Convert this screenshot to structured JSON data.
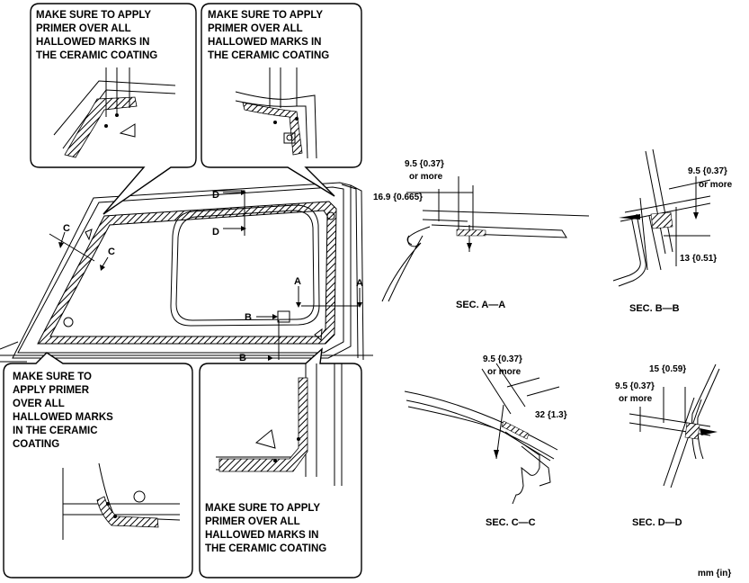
{
  "callouts": {
    "top_left": [
      "MAKE SURE TO APPLY",
      "PRIMER OVER ALL",
      "HALLOWED MARKS IN",
      "THE CERAMIC COATING"
    ],
    "top_right": [
      "MAKE SURE TO APPLY",
      "PRIMER OVER ALL",
      "HALLOWED MARKS IN",
      "THE CERAMIC COATING"
    ],
    "bottom_left": [
      "MAKE SURE TO",
      "APPLY PRIMER",
      "OVER ALL",
      "HALLOWED MARKS",
      "IN THE CERAMIC",
      "COATING"
    ],
    "bottom_right": [
      "MAKE SURE TO APPLY",
      "PRIMER OVER ALL",
      "HALLOWED MARKS IN",
      "THE CERAMIC COATING"
    ]
  },
  "section_marks": {
    "a1": "A",
    "a2": "A",
    "b1": "B",
    "b2": "B",
    "c1": "C",
    "c2": "C",
    "d1": "D",
    "d2": "D"
  },
  "sections": {
    "aa": {
      "title": "SEC. A—A",
      "dims": [
        "9.5 {0.37}",
        "or more",
        "16.9 {0.665}"
      ]
    },
    "bb": {
      "title": "SEC. B—B",
      "dims": [
        "9.5 {0.37}",
        "or more",
        "13 {0.51}"
      ]
    },
    "cc": {
      "title": "SEC. C—C",
      "dims": [
        "9.5 {0.37}",
        "or more",
        "32 {1.3}"
      ]
    },
    "dd": {
      "title": "SEC. D—D",
      "dims": [
        "15 {0.59}",
        "9.5 {0.37}",
        "or more"
      ]
    }
  },
  "units": "mm {in}"
}
